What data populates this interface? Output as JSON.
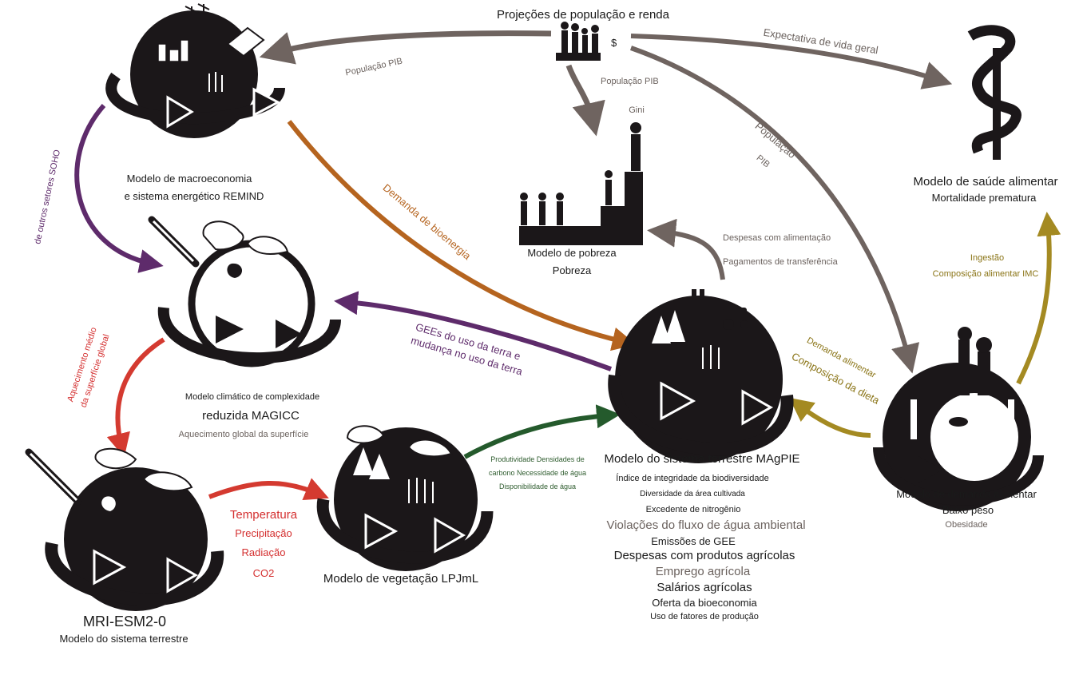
{
  "top": {
    "title": "Projeções de população e renda",
    "dollar": "$"
  },
  "arrows": {
    "pop_pib_left": "População PIB",
    "pop_pib_down": "População PIB",
    "gini": "Gini",
    "life_expectancy": "Expectativa de vida geral",
    "pop_right": "População",
    "pib_right": "PIB",
    "outros_setores": "de outros setores SOHO",
    "bioenergia": "Demanda de bioenergia",
    "gee_line1": "GEEs do uso da terra e",
    "gee_line2": "mudança no uso da terra",
    "aquecimento_line1": "Aquecimento médio",
    "aquecimento_line2": "da superfície global",
    "despesas_alimentacao": "Despesas com alimentação",
    "pagamentos": "Pagamentos de transferência",
    "ingestao": "Ingestão",
    "composicao_imc": "Composição alimentar IMC",
    "demanda_alimentar": "Demanda alimentar",
    "composicao_dieta": "Composição da dieta",
    "produtividade_line1": "Produtividade Densidades de",
    "produtividade_line2": "carbono Necessidade de água",
    "produtividade_line3": "Disponibilidade de água",
    "climate_vars": [
      "Temperatura",
      "Precipitação",
      "Radiação",
      "CO2"
    ]
  },
  "models": {
    "remind": {
      "line1": "Modelo de macroeconomia",
      "line2": "e sistema energético REMIND"
    },
    "poverty": {
      "title": "Modelo de pobreza",
      "output": "Pobreza"
    },
    "health": {
      "title": "Modelo de saúde alimentar",
      "output": "Mortalidade prematura"
    },
    "magicc": {
      "line1": "Modelo climático de complexidade",
      "line2": "reduzida MAGICC",
      "output": "Aquecimento global da superfície"
    },
    "mri": {
      "title": "MRI-ESM2-0",
      "subtitle": "Modelo do sistema terrestre"
    },
    "lpjml": {
      "title": "Modelo de vegetação LPJmL"
    },
    "food_demand": {
      "title": "Modelo de demanda alimentar",
      "output1": "Baixo peso",
      "output2": "Obesidade"
    },
    "magpie": {
      "title": "Modelo do sistema terrestre MAgPIE",
      "indicators": [
        "Índice de integridade da biodiversidade",
        "Diversidade da área cultivada",
        "Excedente de nitrogênio",
        "Violações do fluxo de água ambiental",
        "Emissões de GEE",
        "Despesas com produtos agrícolas",
        "Emprego agrícola",
        "Salários agrícolas",
        "Oferta da bioeconomia",
        "Uso de fatores de produção"
      ]
    }
  },
  "colors": {
    "gray_arrow": "#6f6460",
    "purple_arrow": "#5e2b6b",
    "orange_arrow": "#b5641f",
    "red_arrow": "#d43a30",
    "green_arrow": "#245a2c",
    "olive_arrow": "#a48a22",
    "globe": "#1b1719"
  },
  "icons": [
    "globe-icon",
    "thermometer-icon",
    "tree-icon",
    "crop-icon",
    "person-icon",
    "caduceus-snake-icon",
    "fork-icon",
    "knife-icon",
    "wind-turbine-icon",
    "factory-icon",
    "tractor-icon",
    "cow-icon"
  ]
}
